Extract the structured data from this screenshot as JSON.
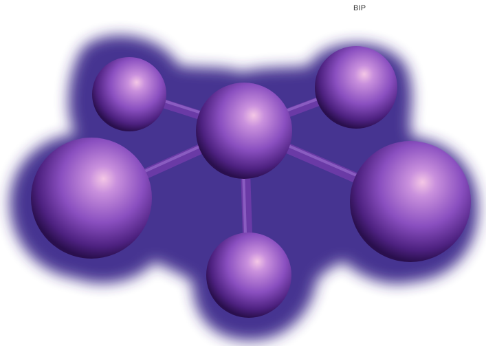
{
  "corner_label": "BIP",
  "image": {
    "subject": "molecule-model-illustration",
    "colors": {
      "background": "#ffffff",
      "glow": "#3c2a8c",
      "sphere_highlight": "#f4c6e6",
      "sphere_mid": "#9a60c8",
      "sphere_dark": "#2a0f4e",
      "bond": "#6a3aa6"
    },
    "atom_count": 6,
    "bond_count": 5
  }
}
